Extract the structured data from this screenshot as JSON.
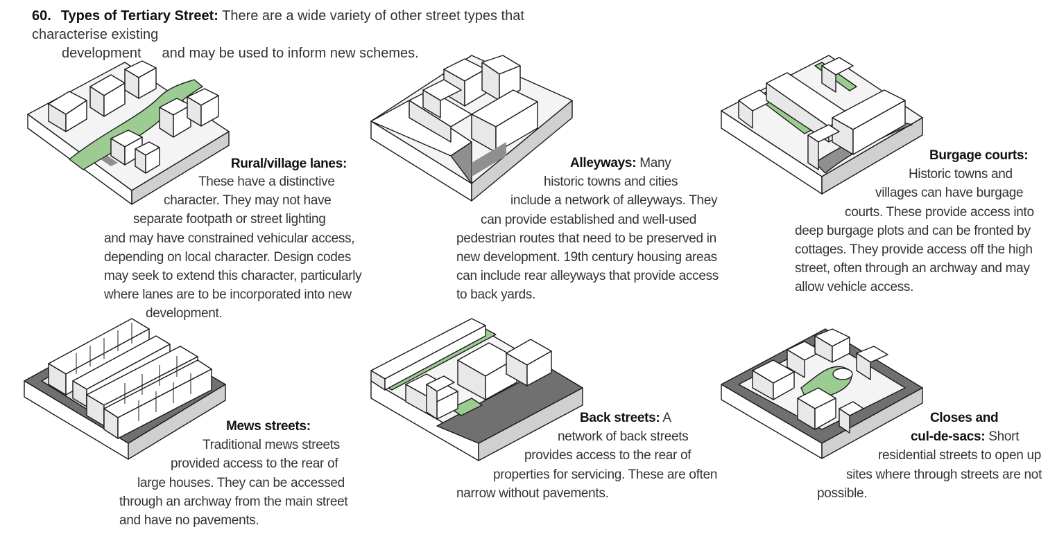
{
  "heading": {
    "number": "60.",
    "title": "Types of Tertiary Street:",
    "text_line1": "There are a wide variety of other street types that characterise existing",
    "text_line2a": "development",
    "text_line2b": "and may be used to inform new schemes."
  },
  "colors": {
    "green": "#9ccc91",
    "shadow": "#8f8f8f",
    "base": "#cfcfcf",
    "road": "#707070",
    "ink": "#1a1a1a"
  },
  "sections": {
    "rural": {
      "title": "Rural/village lanes:",
      "lines": [
        "These have a distinctive",
        "character. They may not have",
        "separate footpath or street lighting",
        "and may have constrained vehicular access,",
        "depending on local character. Design codes",
        "may seek to extend this character, particularly",
        "where lanes are to be incorporated into new",
        "development."
      ]
    },
    "alleyways": {
      "title": "Alleyways:",
      "lead": "Many",
      "lines": [
        "historic towns and cities",
        "include a network of alleyways. They",
        "can provide established and well-used",
        "pedestrian routes that need to be preserved in",
        "new development. 19th century housing areas",
        "can include rear alleyways that provide access",
        "to  back yards."
      ]
    },
    "burgage": {
      "title": "Burgage courts:",
      "lines": [
        "Historic towns and",
        "villages can have burgage",
        "courts. These provide access into",
        "deep burgage plots and can be fronted by",
        "cottages. They provide access off the high",
        "street, often through an archway and may",
        "allow vehicle access."
      ]
    },
    "mews": {
      "title": "Mews streets:",
      "lines": [
        "Traditional mews streets",
        "provided access to the rear of",
        "large houses. They can be accessed",
        "through an archway from the main street",
        "and have no pavements."
      ]
    },
    "back": {
      "title": "Back streets:",
      "lead": "A",
      "lines": [
        "network of back streets",
        "provides access to the rear of",
        "properties for servicing. These are often",
        "narrow without pavements."
      ]
    },
    "closes": {
      "title1": "Closes and",
      "title2": "cul-de-sacs:",
      "lead": "Short",
      "lines": [
        "residential streets to open up",
        "sites where through streets are not",
        "possible."
      ]
    }
  }
}
